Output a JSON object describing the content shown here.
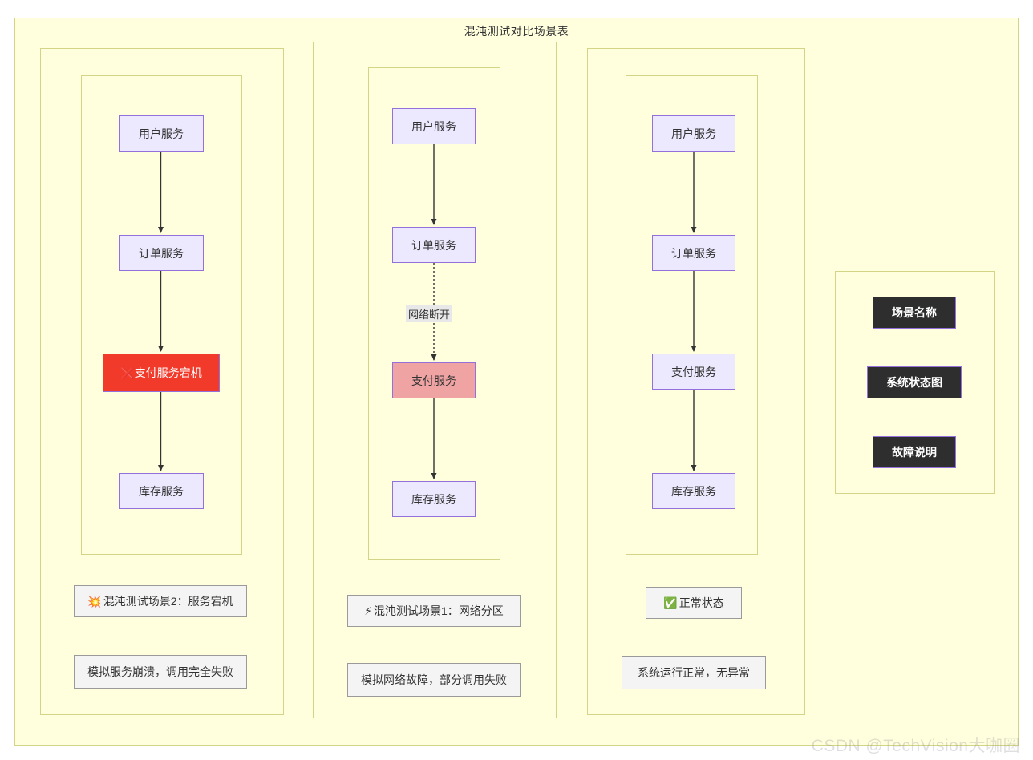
{
  "diagram": {
    "title": "混沌测试对比场景表",
    "watermark": "CSDN @TechVision大咖圈"
  },
  "columns": [
    {
      "id": "scenario-2-service-down",
      "nodes": [
        {
          "label": "用户服务",
          "state": "normal"
        },
        {
          "label": "订单服务",
          "state": "normal"
        },
        {
          "label": "支付服务宕机",
          "state": "down",
          "emoji": "❌"
        },
        {
          "label": "库存服务",
          "state": "normal"
        }
      ],
      "edges": [
        {
          "from": "用户服务",
          "to": "订单服务",
          "style": "solid",
          "label": ""
        },
        {
          "from": "订单服务",
          "to": "支付服务宕机",
          "style": "solid",
          "label": ""
        },
        {
          "from": "支付服务宕机",
          "to": "库存服务",
          "style": "solid",
          "label": ""
        }
      ],
      "scenario_name": "混沌测试场景2：服务宕机",
      "scenario_emoji": "💥",
      "fault_note": "模拟服务崩溃，调用完全失败"
    },
    {
      "id": "scenario-1-network-partition",
      "nodes": [
        {
          "label": "用户服务",
          "state": "normal"
        },
        {
          "label": "订单服务",
          "state": "normal"
        },
        {
          "label": "支付服务",
          "state": "degraded"
        },
        {
          "label": "库存服务",
          "state": "normal"
        }
      ],
      "edges": [
        {
          "from": "用户服务",
          "to": "订单服务",
          "style": "solid",
          "label": ""
        },
        {
          "from": "订单服务",
          "to": "支付服务",
          "style": "dotted",
          "label": "网络断开"
        },
        {
          "from": "支付服务",
          "to": "库存服务",
          "style": "solid",
          "label": ""
        }
      ],
      "scenario_name": "混沌测试场景1：网络分区",
      "scenario_emoji": "⚡",
      "fault_note": "模拟网络故障，部分调用失败"
    },
    {
      "id": "baseline-normal",
      "nodes": [
        {
          "label": "用户服务",
          "state": "normal"
        },
        {
          "label": "订单服务",
          "state": "normal"
        },
        {
          "label": "支付服务",
          "state": "normal"
        },
        {
          "label": "库存服务",
          "state": "normal"
        }
      ],
      "edges": [
        {
          "from": "用户服务",
          "to": "订单服务",
          "style": "solid",
          "label": ""
        },
        {
          "from": "订单服务",
          "to": "支付服务",
          "style": "solid",
          "label": ""
        },
        {
          "from": "支付服务",
          "to": "库存服务",
          "style": "solid",
          "label": ""
        }
      ],
      "scenario_name": "正常状态",
      "scenario_emoji": "✅",
      "fault_note": "系统运行正常，无异常"
    }
  ],
  "legend": {
    "items": [
      {
        "label": "场景名称"
      },
      {
        "label": "系统状态图"
      },
      {
        "label": "故障说明"
      }
    ]
  },
  "colors": {
    "frame_fill": "#ffffde",
    "frame_border": "#d4d486",
    "node_normal_fill": "#ece8fd",
    "node_border": "#9370db",
    "node_down_fill": "#f23a2a",
    "node_degraded_fill": "#efa3a3",
    "caption_fill": "#f4f4f4",
    "caption_border": "#9a9a9a",
    "legend_fill": "#2e2e2e",
    "edge_stroke": "#333333",
    "edge_label_bg": "#e8e8e8"
  }
}
